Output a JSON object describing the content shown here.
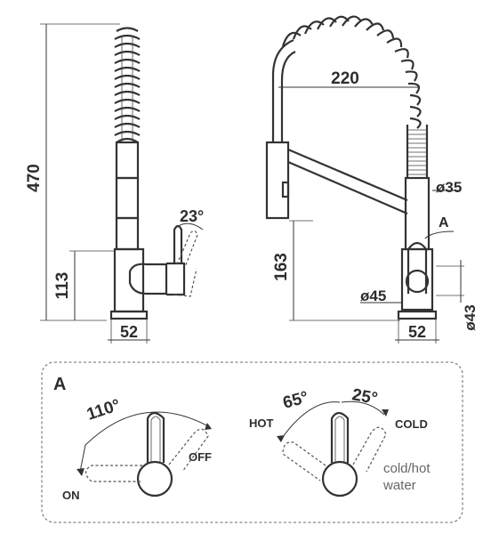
{
  "dimensions": {
    "height_total": "470",
    "height_lever": "113",
    "height_body": "163",
    "reach": "220",
    "base_width_left": "52",
    "base_width_right": "52",
    "tilt_angle": "23°",
    "diameter_pipe": "ø35",
    "diameter_base": "ø45",
    "diameter_hole": "ø43"
  },
  "callout": {
    "marker": "A"
  },
  "detail": {
    "title": "A",
    "left": {
      "angle": "110°",
      "on_label": "ON",
      "off_label": "OFF"
    },
    "right": {
      "angle_hot": "65°",
      "angle_cold": "25°",
      "hot_label": "HOT",
      "cold_label": "COLD",
      "note_line1": "cold/hot",
      "note_line2": "water"
    }
  },
  "colors": {
    "ink": "#333333",
    "frame": "#888888",
    "note": "#666666"
  }
}
